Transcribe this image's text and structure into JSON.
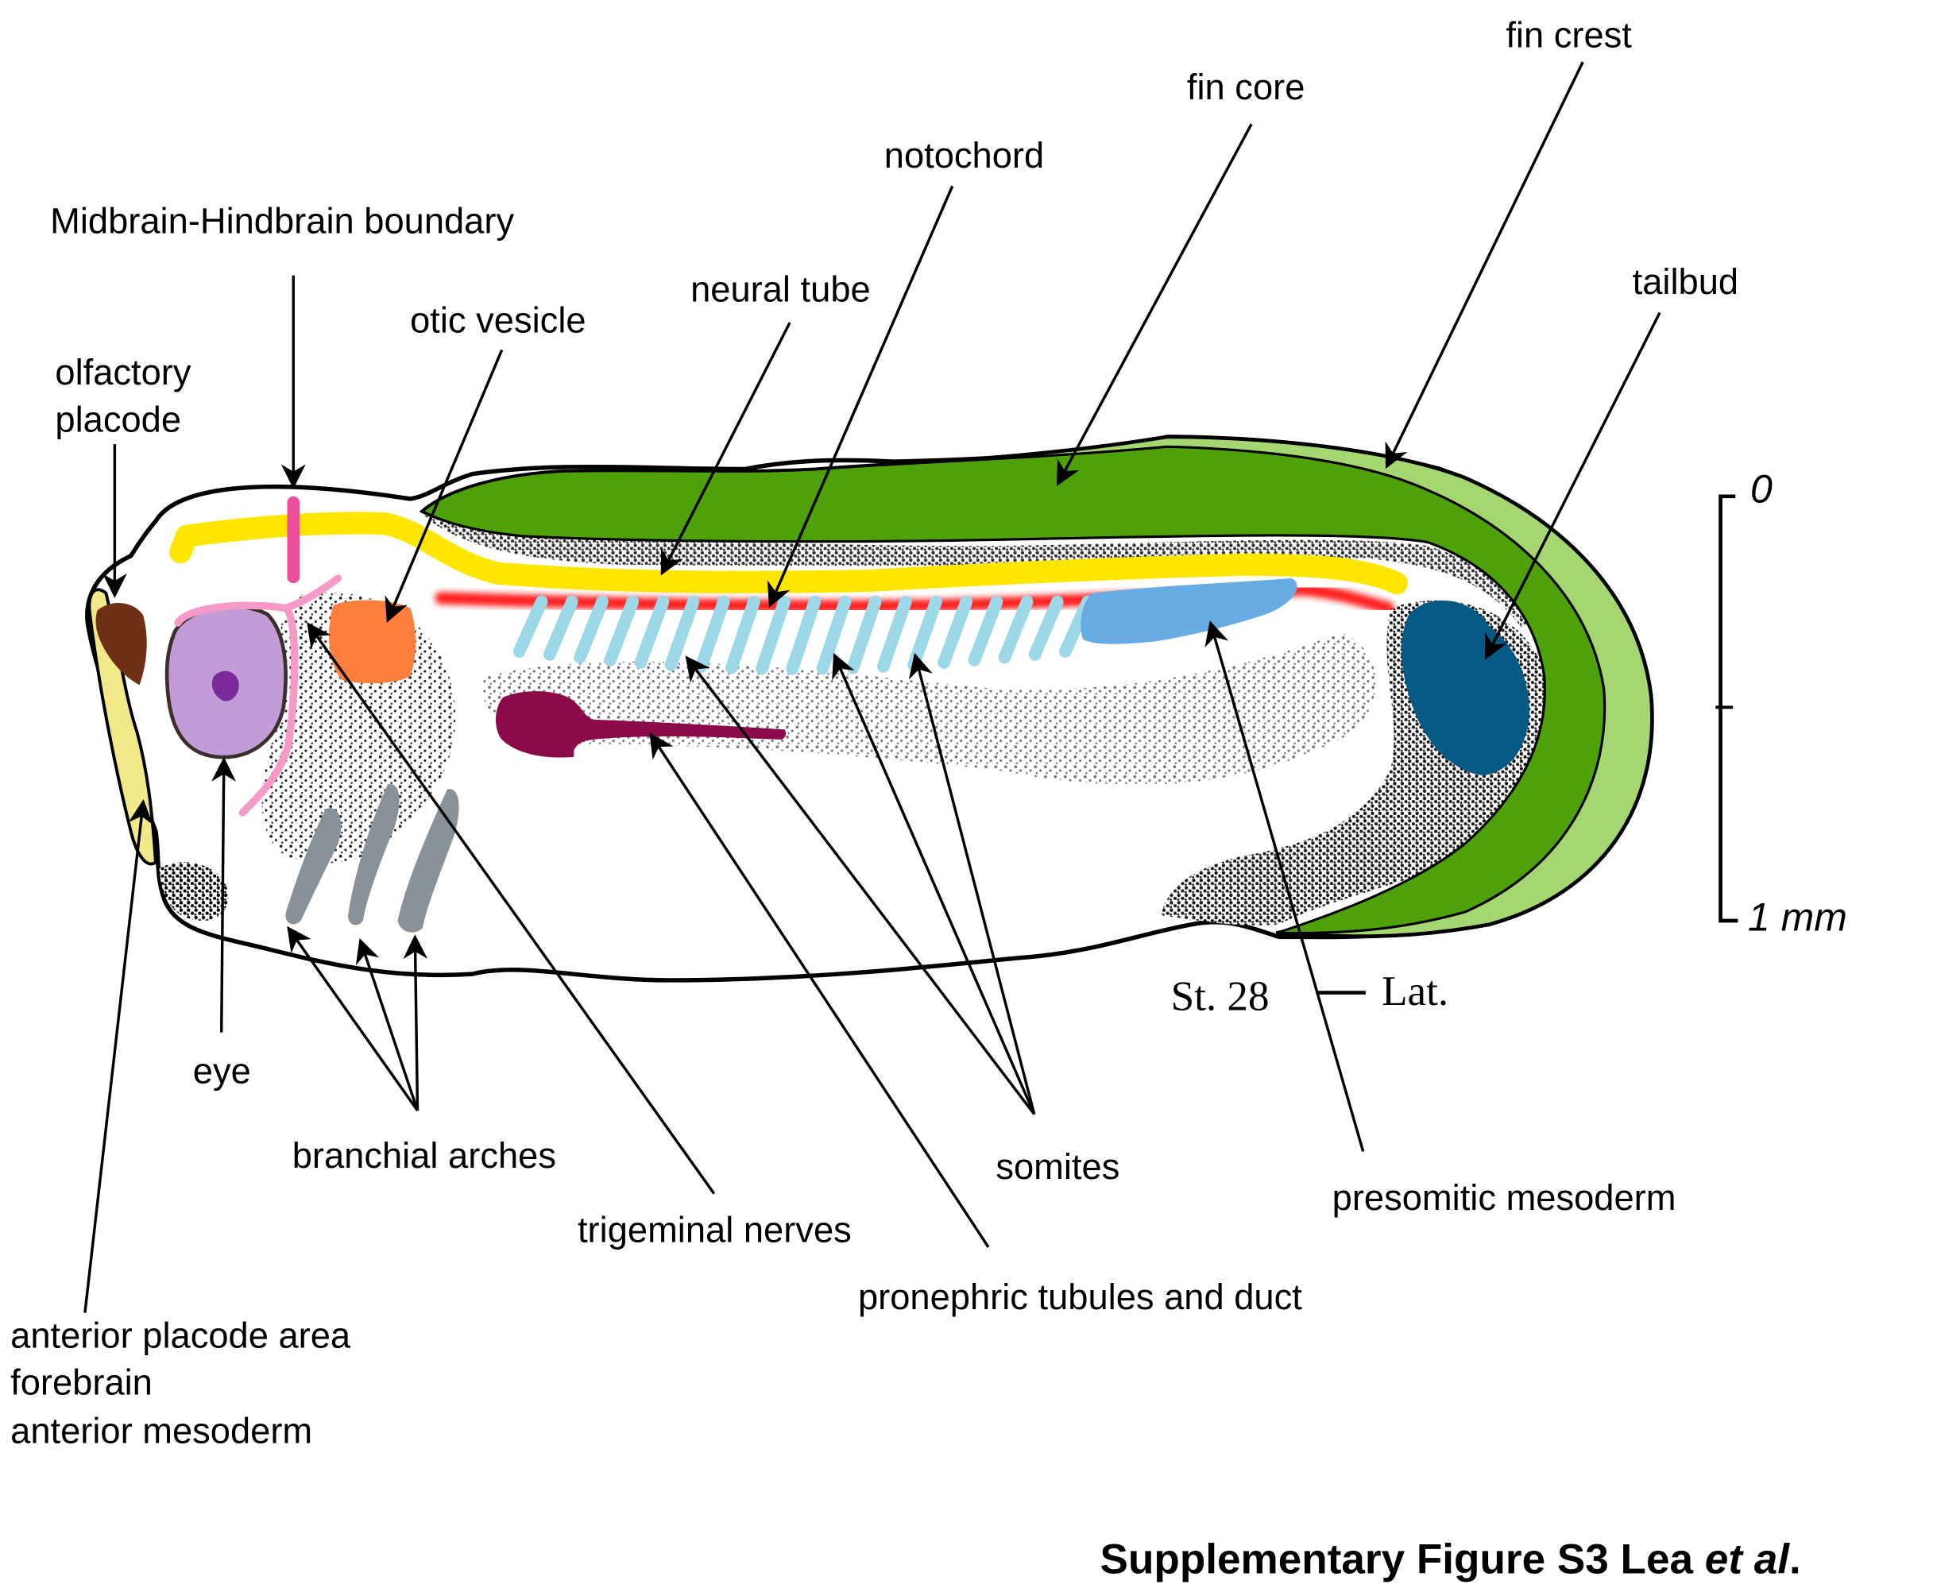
{
  "figure": {
    "caption": {
      "prefix": "Supplementary Figure S3 Lea ",
      "italic": "et al",
      "suffix": "."
    },
    "stage_label": {
      "stage": "St. 28",
      "view": "Lat."
    },
    "scale_bar": {
      "top_label": "0",
      "bottom_label": "1 mm",
      "length_mm": 1
    },
    "structure_colors": {
      "neural_tube": "#ffe600",
      "notochord": "#ff1a1a",
      "midbrain_hindbrain_boundary": "#ee4f9b",
      "trigeminal_nerves": "#f59ac8",
      "olfactory_placode": "#6e2f14",
      "anterior_placode_area": "#f1e88a",
      "eye": "#c39bd6",
      "eye_lens": "#7b2a9a",
      "otic_vesicle": "#ff7f3f",
      "pronephros": "#8a0a4a",
      "branchial_arches": "#8a9299",
      "somites": "#9dd8e8",
      "presomitic_mesoderm": "#68ace4",
      "tailbud": "#045a85",
      "fin_core": "#4fa10a",
      "fin_crest": "#a5d672"
    },
    "labels": {
      "midbrain_hindbrain": "Midbrain-Hindbrain boundary",
      "otic_vesicle": "otic vesicle",
      "olfactory_line1": "olfactory",
      "olfactory_line2": "placode",
      "neural_tube": "neural tube",
      "notochord": "notochord",
      "fin_core": "fin core",
      "fin_crest": "fin crest",
      "tailbud": "tailbud",
      "eye": "eye",
      "branchial_arches": "branchial arches",
      "trigeminal_nerves": "trigeminal nerves",
      "somites": "somites",
      "presomitic_mesoderm": "presomitic mesoderm",
      "pronephric": "pronephric tubules and duct",
      "anterior_line1": "anterior placode area",
      "anterior_line2": "forebrain",
      "anterior_line3": "anterior mesoderm"
    }
  }
}
